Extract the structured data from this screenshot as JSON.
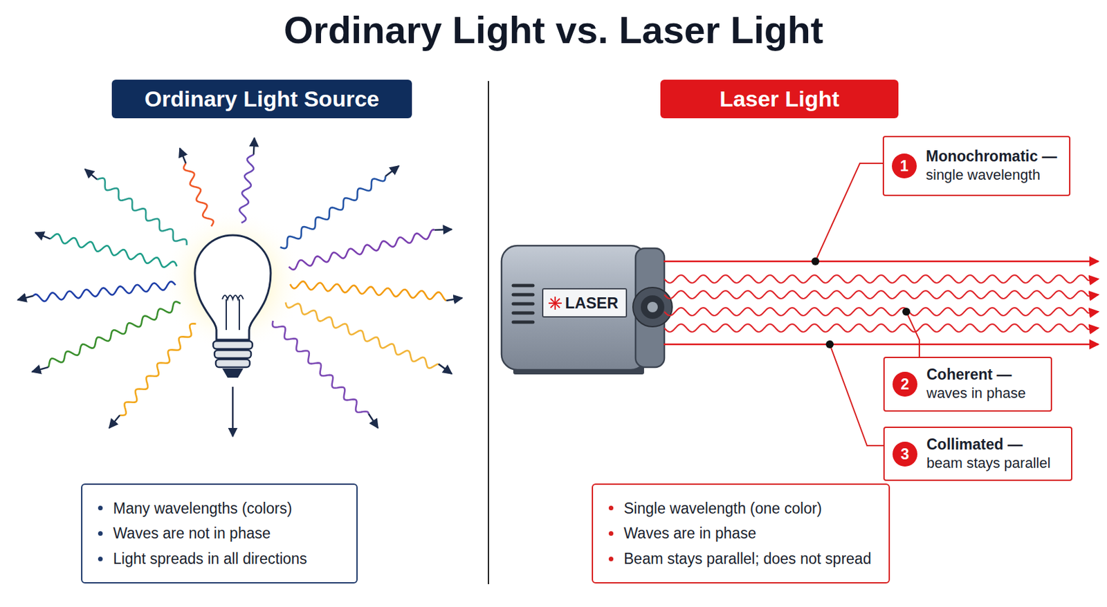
{
  "diagram": {
    "title": "Ordinary Light vs. Laser Light",
    "nodes": [
      {
        "text": [
          "Ordinary Light Source"
        ]
      },
      {
        "text": [
          "Laser Light"
        ]
      },
      {
        "text": [
          "LASER"
        ]
      },
      {
        "text": [
          "Monochromatic —",
          "single wavelength"
        ]
      },
      {
        "text": [
          "1"
        ],
        "in": 3
      },
      {
        "text": [
          "Coherent —",
          "waves in phase"
        ]
      },
      {
        "text": [
          "2"
        ],
        "in": 5
      },
      {
        "text": [
          "Collimated —",
          "beam stays parallel"
        ]
      },
      {
        "text": [
          "3"
        ],
        "in": 7
      },
      {
        "text": [
          "Many wavelengths (colors)",
          "Waves are not in phase",
          "Light spreads in all directions"
        ]
      },
      {
        "text": [
          "Single wavelength (one color)",
          "Waves are in phase",
          "Beam stays parallel; does not spread"
        ]
      }
    ]
  }
}
